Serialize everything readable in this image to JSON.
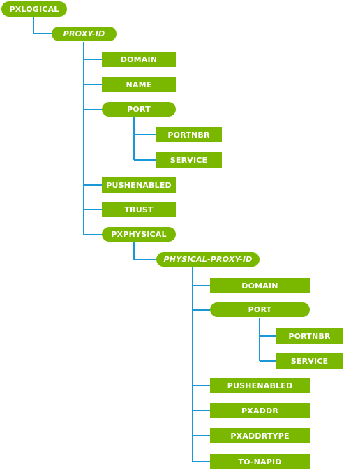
{
  "tree": {
    "root": "PXLOGICAL",
    "proxy_id": "PROXY-ID",
    "level1": {
      "domain": "DOMAIN",
      "name": "NAME",
      "port": "PORT",
      "port_children": {
        "portnbr": "PORTNBR",
        "service": "SERVICE"
      },
      "pushenabled": "PUSHENABLED",
      "trust": "TRUST",
      "pxphysical": "PXPHYSICAL"
    },
    "physical_proxy_id": "PHYSICAL-PROXY-ID",
    "level2": {
      "domain": "DOMAIN",
      "port": "PORT",
      "port_children": {
        "portnbr": "PORTNBR",
        "service": "SERVICE"
      },
      "pushenabled": "PUSHENABLED",
      "pxaddr": "PXADDR",
      "pxaddrtype": "PXADDRTYPE",
      "to_napid": "TO-NAPID"
    }
  },
  "colors": {
    "node_fill": "#7ab800",
    "node_text": "#ffffff",
    "connector": "#1a97d5"
  }
}
